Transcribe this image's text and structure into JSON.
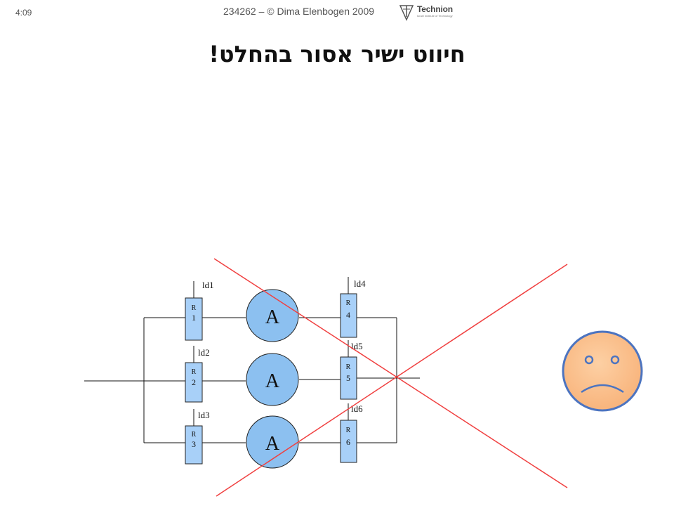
{
  "header": {
    "time": "4:09",
    "credit": "234262 – © Dima Elenbogen 2009",
    "logo_text": "Technion",
    "logo_subtext": "Israel Institute of Technology"
  },
  "slide": {
    "title": "חיווט ישיר אסור בהחלט!"
  },
  "diagram": {
    "amplifiers": [
      {
        "label": "A"
      },
      {
        "label": "A"
      },
      {
        "label": "A"
      }
    ],
    "left_resistors": [
      {
        "top": "R",
        "num": "1",
        "ld": "ld1"
      },
      {
        "top": "R",
        "num": "2",
        "ld": "ld2"
      },
      {
        "top": "R",
        "num": "3",
        "ld": "ld3"
      }
    ],
    "right_resistors": [
      {
        "top": "R",
        "num": "4",
        "ld": "ld4"
      },
      {
        "top": "R",
        "num": "5",
        "ld": "ld5"
      },
      {
        "top": "R",
        "num": "6",
        "ld": "ld6"
      }
    ],
    "colors": {
      "amplifier_fill": "#8cc0f0",
      "resistor_fill": "#a8d0f8",
      "cross": "#f04040",
      "face_fill": "#fcc08c",
      "face_border": "#4c74c0"
    }
  }
}
